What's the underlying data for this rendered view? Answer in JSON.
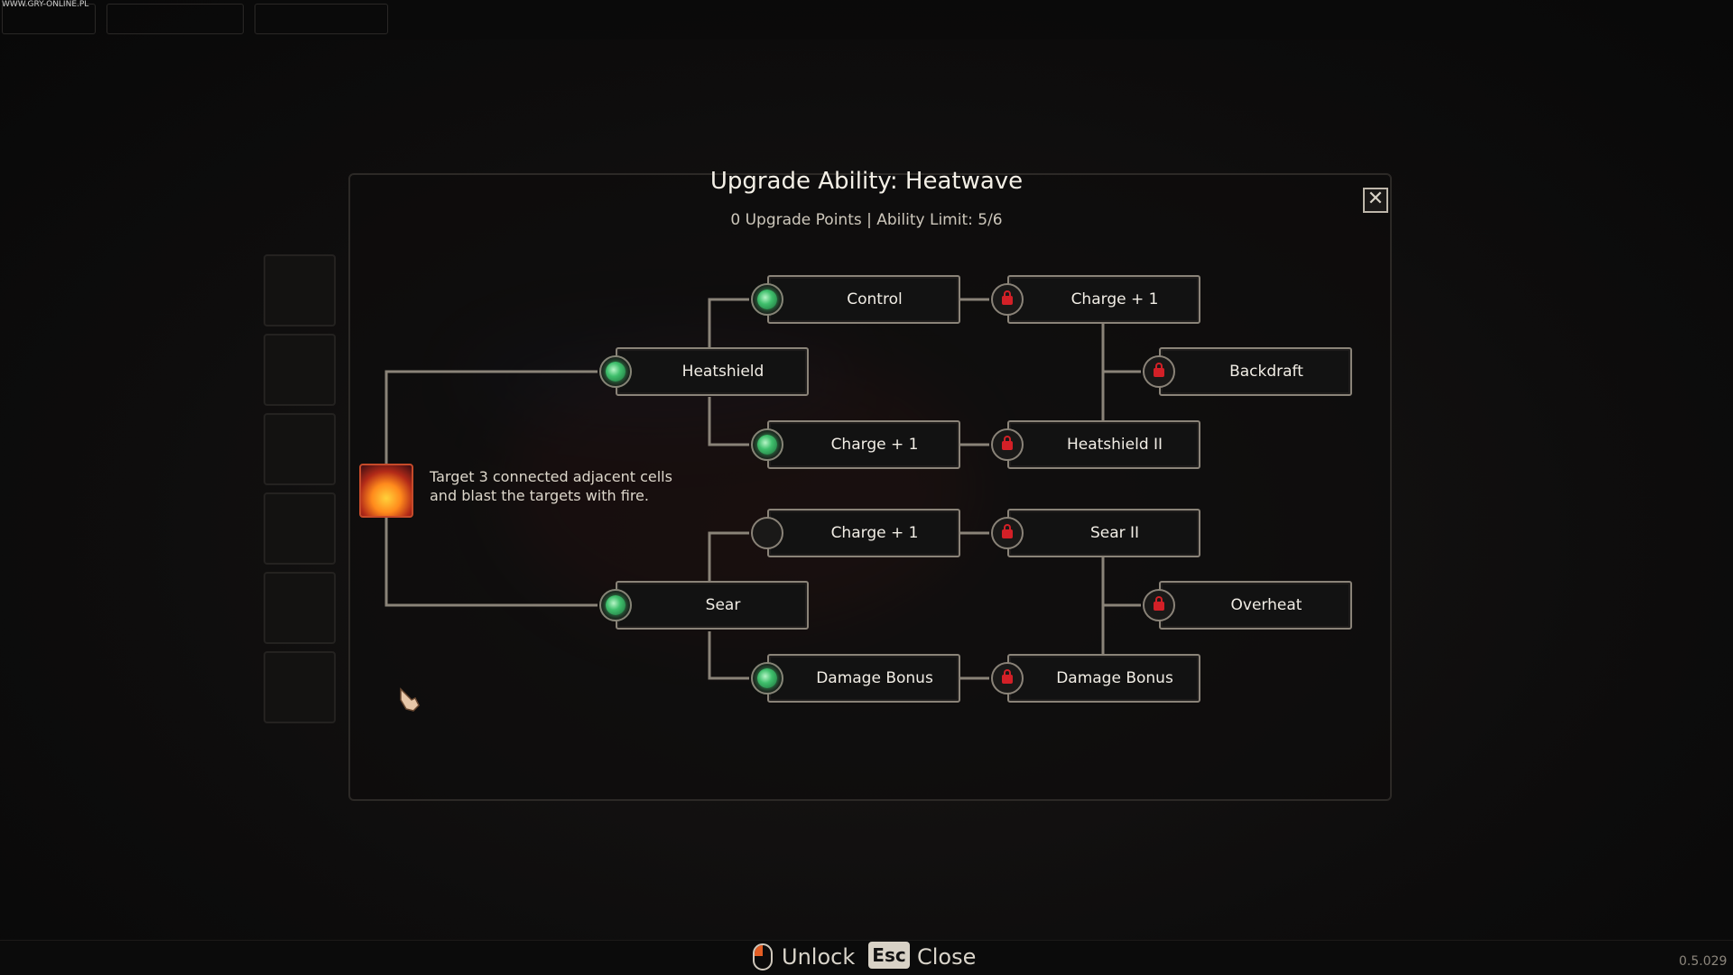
{
  "watermark": "WWW.GRY-ONLINE.PL",
  "dialog": {
    "title": "Upgrade Ability: Heatwave",
    "subtitle": "0 Upgrade Points | Ability Limit: 5/6",
    "close_icon": "close-x-icon"
  },
  "ability": {
    "icon": "fire-burst-icon",
    "description": "Target 3 connected adjacent cells and blast the targets with fire."
  },
  "tree": {
    "nodes": [
      {
        "id": "heatshield",
        "label": "Heatshield",
        "state": "unlocked"
      },
      {
        "id": "control",
        "label": "Control",
        "state": "unlocked"
      },
      {
        "id": "charge-top",
        "label": "Charge + 1",
        "state": "unlocked"
      },
      {
        "id": "charge-top-right",
        "label": "Charge + 1",
        "state": "locked"
      },
      {
        "id": "backdraft",
        "label": "Backdraft",
        "state": "locked"
      },
      {
        "id": "heatshield-ii",
        "label": "Heatshield II",
        "state": "locked"
      },
      {
        "id": "sear",
        "label": "Sear",
        "state": "unlocked"
      },
      {
        "id": "charge-bottom",
        "label": "Charge + 1",
        "state": "available"
      },
      {
        "id": "damage-bonus",
        "label": "Damage Bonus",
        "state": "unlocked"
      },
      {
        "id": "sear-ii",
        "label": "Sear II",
        "state": "locked"
      },
      {
        "id": "overheat",
        "label": "Overheat",
        "state": "locked"
      },
      {
        "id": "damage-bonus-right",
        "label": "Damage Bonus",
        "state": "locked"
      }
    ]
  },
  "footer": {
    "unlock_label": "Unlock",
    "unlock_icon": "mouse-left-click-icon",
    "esc_key": "Esc",
    "close_label": "Close",
    "version": "0.5.029"
  },
  "colors": {
    "unlocked": "#3fbf6c",
    "locked": "#d32027",
    "node_border": "#8a8378"
  }
}
